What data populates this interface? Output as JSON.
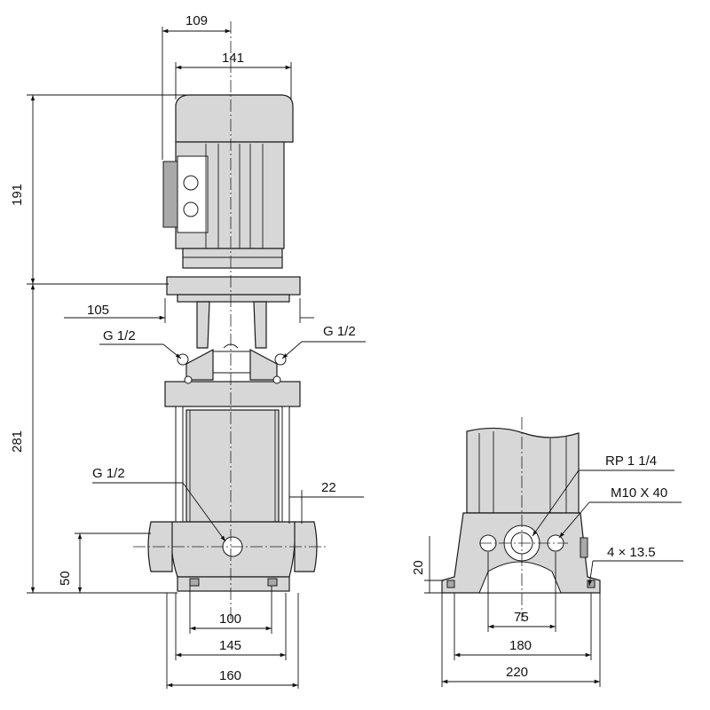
{
  "front_view": {
    "dims": {
      "d109": "109",
      "d141": "141",
      "d191": "191",
      "d281": "281",
      "d105": "105",
      "d22": "22",
      "d50": "50",
      "d100": "100",
      "d145": "145",
      "d160": "160"
    },
    "labels": {
      "g_left": "G 1/2",
      "g_right": "G 1/2",
      "g_drain": "G 1/2"
    }
  },
  "base_view": {
    "dims": {
      "d20": "20",
      "d75": "75",
      "d180": "180",
      "d220": "220"
    },
    "labels": {
      "rp": "RP 1 1/4",
      "bolt": "M10 X 40",
      "holes": "4  ×  13.5"
    }
  }
}
